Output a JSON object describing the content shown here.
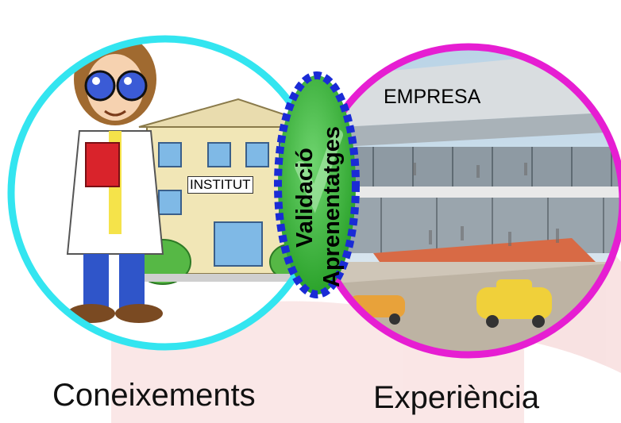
{
  "labels": {
    "institut": "INSTITUT",
    "empresa": "EMPRESA",
    "center_line1": "Validació",
    "center_line2": "Aprenentatges",
    "left_caption": "Coneixements",
    "right_caption": "Experiència"
  },
  "colors": {
    "left_ring": "#33e5f0",
    "right_ring": "#e61ed2",
    "center_fill": "#2fa82f",
    "center_border": "#1a2bd6",
    "watermark": "#f3c6c6"
  },
  "icons": {
    "left_scene": "student-at-school-illustration",
    "right_scene": "company-building-illustration",
    "center_mark": "checkmark-icon"
  }
}
